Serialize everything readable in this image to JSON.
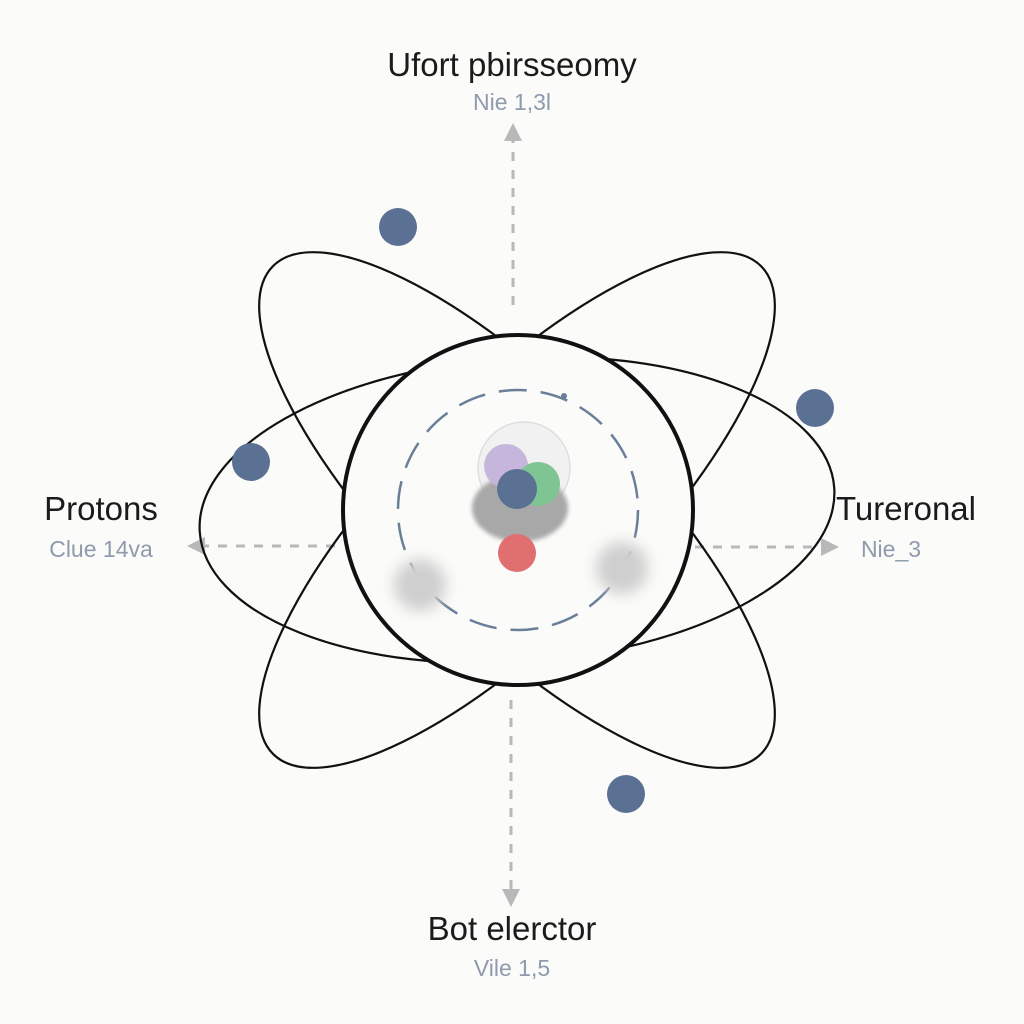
{
  "labels": {
    "top": {
      "title": "Ufort pbirsseomy",
      "subtitle": "Nie 1,3l"
    },
    "left": {
      "title": "Protons",
      "subtitle": "Clue 14va"
    },
    "right": {
      "title": "Tureronal",
      "subtitle": "Nie_3"
    },
    "bottom": {
      "title": "Bot elerctor",
      "subtitle": "Vile 1,5"
    }
  },
  "colors": {
    "orbit": "#111111",
    "electron": "#5b7193",
    "arrow": "#b8b8b8",
    "inner_ring": "#6a7f99",
    "proton_red": "#e07070",
    "particle_green": "#7fc493",
    "particle_purple": "#c6b6dc",
    "particle_grey": "#a8a8a8"
  }
}
